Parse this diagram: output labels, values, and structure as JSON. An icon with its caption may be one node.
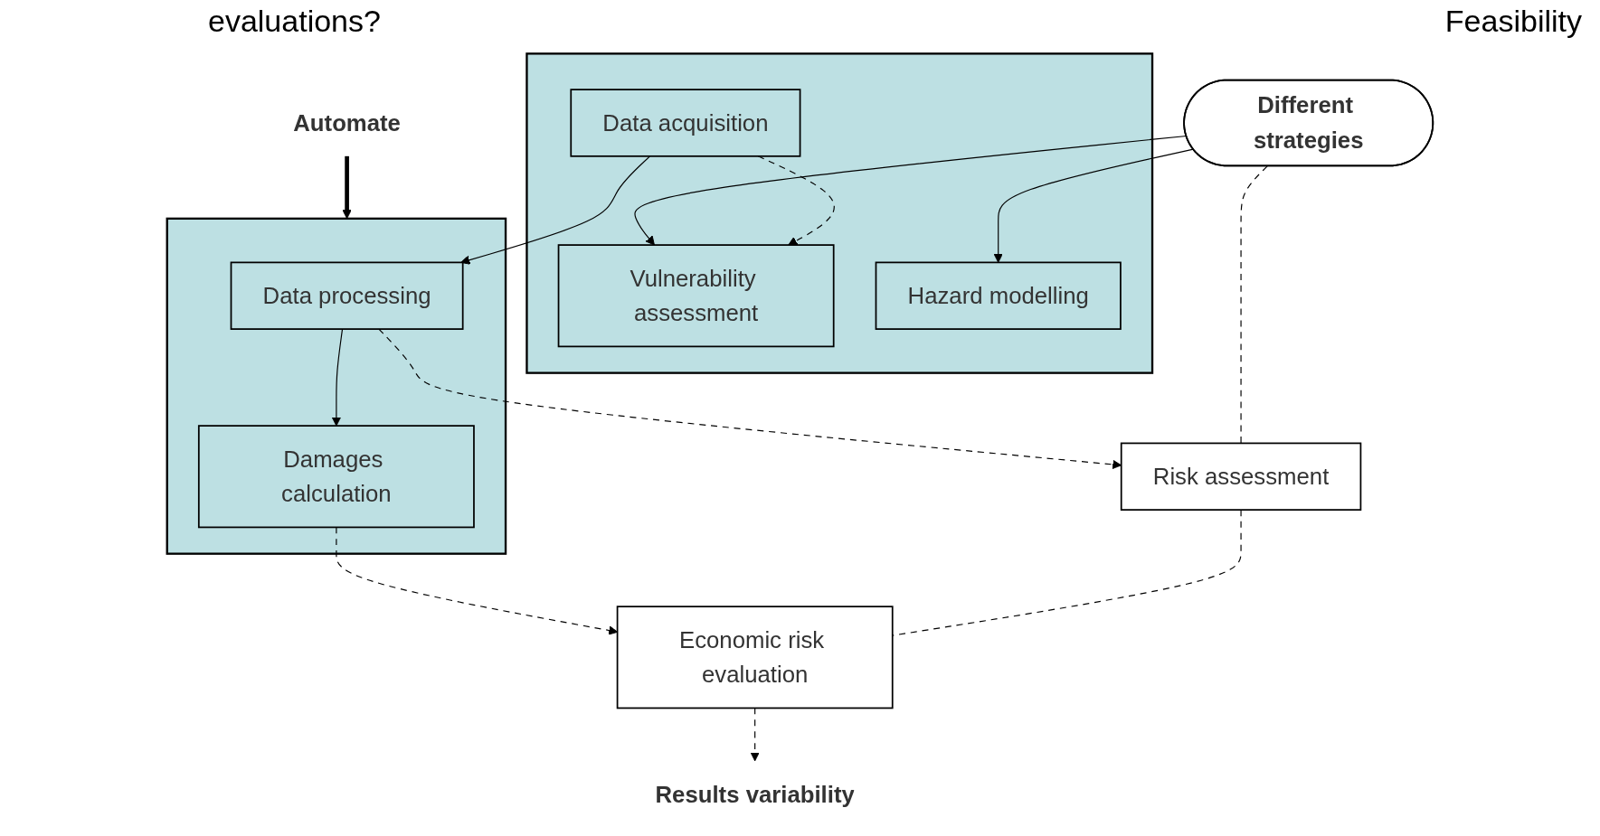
{
  "diagram": {
    "nodes": [
      {
        "text": [
          "Different strategies"
        ]
      },
      {
        "text": [],
        "shape": "box"
      },
      {
        "text": [
          "Data acquisition"
        ],
        "in": 1
      },
      {
        "text": [
          "Vulnerability assessment"
        ],
        "in": 1
      },
      {
        "text": [
          "Hazard modelling"
        ],
        "in": 1
      },
      {
        "text": [],
        "shape": "box"
      },
      {
        "text": [
          "Data processing"
        ],
        "in": 5
      },
      {
        "text": [
          "Damages calculation"
        ],
        "in": 5
      },
      {
        "text": [
          "Risk assessment"
        ]
      },
      {
        "text": [
          "Economic risk evaluation"
        ]
      },
      {
        "text": [
          "Automate"
        ]
      },
      {
        "text": [
          "Results variability"
        ]
      }
    ],
    "edges": [
      {
        "from": 0,
        "to": 3,
        "arrow": "to"
      },
      {
        "from": 0,
        "to": 4,
        "arrow": "to"
      },
      {
        "from": 0,
        "to": 8,
        "arrow": "none",
        "style": "dashed"
      },
      {
        "from": 2,
        "to": 3,
        "arrow": "to",
        "style": "dashed"
      },
      {
        "from": 2,
        "to": 6,
        "arrow": "to"
      },
      {
        "from": 6,
        "to": 7,
        "arrow": "to"
      },
      {
        "from": 6,
        "to": 8,
        "arrow": "to",
        "style": "dashed"
      },
      {
        "from": 7,
        "to": 9,
        "arrow": "to",
        "style": "dashed"
      },
      {
        "from": 8,
        "to": 9,
        "arrow": "none",
        "style": "dashed"
      },
      {
        "from": 9,
        "to": 11,
        "arrow": "to",
        "style": "dashed"
      },
      {
        "from": 10,
        "to": 5,
        "arrow": "to",
        "style": "thick"
      }
    ],
    "labels": [
      "evaluations?",
      "Feasibility"
    ]
  }
}
